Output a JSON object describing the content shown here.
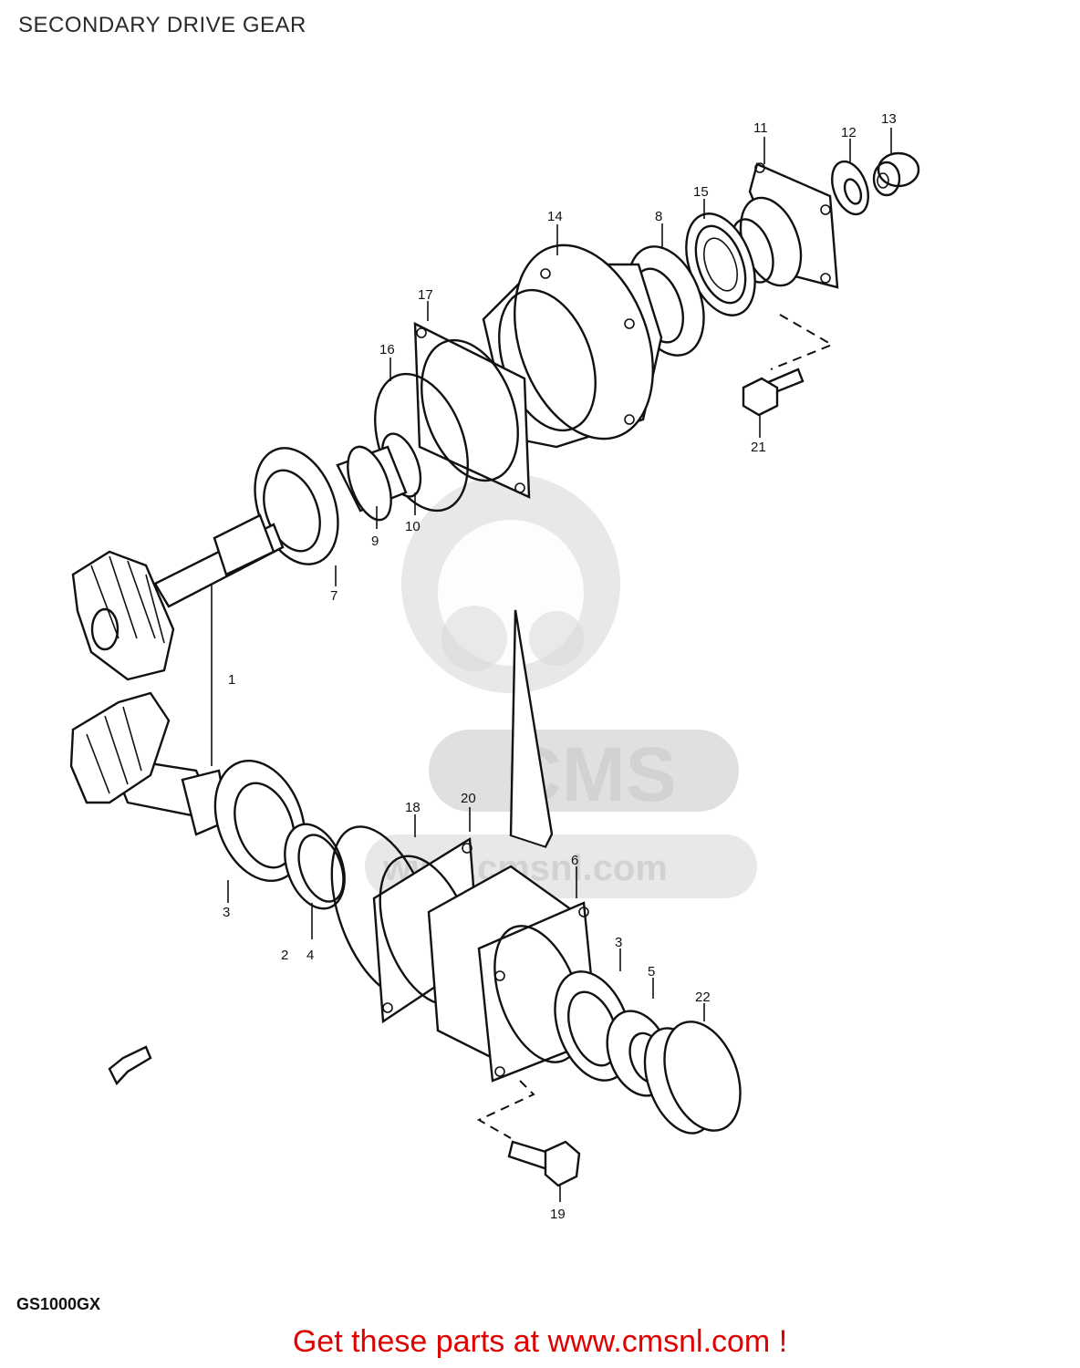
{
  "title": "SECONDARY DRIVE GEAR",
  "model_code": "GS1000GX",
  "footer_text": "Get these parts at www.cmsnl.com !",
  "watermark": {
    "brand": "CMS",
    "url": "www.cmsnl.com"
  },
  "callouts": [
    "1",
    "2",
    "3",
    "3",
    "4",
    "5",
    "6",
    "7",
    "8",
    "9",
    "10",
    "11",
    "12",
    "13",
    "14",
    "15",
    "16",
    "17",
    "18",
    "19",
    "20",
    "21",
    "22"
  ],
  "colors": {
    "footer": "#e00000",
    "line": "#111111",
    "watermark": "#d6d6d6"
  }
}
